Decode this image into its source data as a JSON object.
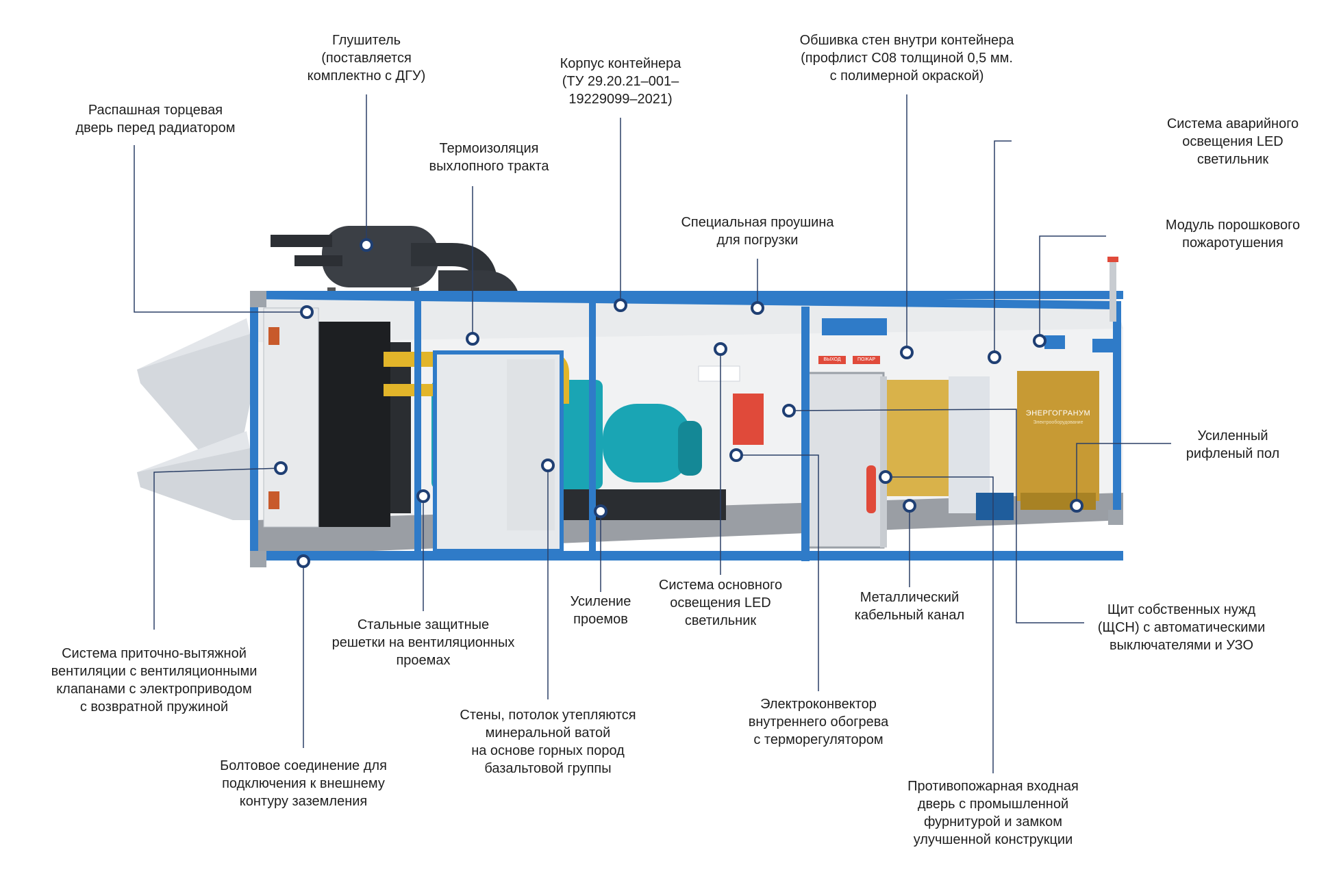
{
  "callouts": [
    {
      "id": "muffler",
      "text": "Глушитель\n(поставляется\nкомплектно с ДГУ)"
    },
    {
      "id": "container-body",
      "text": "Корпус контейнера\n(ТУ 29.20.21–001–\n19229099–2021)"
    },
    {
      "id": "wall-lining",
      "text": "Обшивка стен внутри контейнера\n(профлист С08 толщиной 0,5 мм.\nс полимерной окраской)"
    },
    {
      "id": "end-door",
      "text": "Распашная торцевая\nдверь перед радиатором"
    },
    {
      "id": "exhaust-insulation",
      "text": "Термоизоляция\nвыхлопного тракта"
    },
    {
      "id": "emergency-light",
      "text": "Система аварийного\nосвещения LED\nсветильник"
    },
    {
      "id": "lifting-eye",
      "text": "Специальная проушина\nдля погрузки"
    },
    {
      "id": "fire-module",
      "text": "Модуль порошкового\nпожаротушения"
    },
    {
      "id": "floor",
      "text": "Усиленный\nрифленый пол"
    },
    {
      "id": "ventilation",
      "text": "Система приточно-вытяжной\nвентиляции с вентиляционными\nклапанами с электроприводом\nс возвратной пружиной"
    },
    {
      "id": "grilles",
      "text": "Стальные защитные\nрешетки на вентиляционных\nпроемах"
    },
    {
      "id": "openings",
      "text": "Усиление\nпроемов"
    },
    {
      "id": "main-light",
      "text": "Система основного\nосвещения LED\nсветильник"
    },
    {
      "id": "cable-channel",
      "text": "Металлический\nкабельный канал"
    },
    {
      "id": "aux-panel",
      "text": "Щит собственных нужд\n(ЩСН) с автоматическими\nвыключателями и УЗО"
    },
    {
      "id": "insulation",
      "text": "Стены, потолок утепляются\nминеральной ватой\nна основе горных пород\nбазальтовой группы"
    },
    {
      "id": "convector",
      "text": "Электроконвектор\nвнутреннего обогрева\nс терморегулятором"
    },
    {
      "id": "grounding",
      "text": "Болтовое соединение для\nподключения к внешнему\nконтуру заземления"
    },
    {
      "id": "fire-door",
      "text": "Противопожарная входная\nдверь с промышленной\nфурнитурой и замком\nулучшенной конструкции"
    }
  ],
  "cabinet_brand": "ЭНЕРГОГРАНУМ",
  "cabinet_tagline": "Электрооборудование",
  "sign_exit": "ВЫХОД",
  "sign_fire": "ПОЖАР",
  "colors": {
    "frame": "#2f7bc8",
    "frame_dark": "#1f5d9c",
    "engine": "#1aa5b4",
    "pipe": "#e2b52a",
    "marker_ring": "#1f3f73",
    "line": "#2a3f66"
  }
}
